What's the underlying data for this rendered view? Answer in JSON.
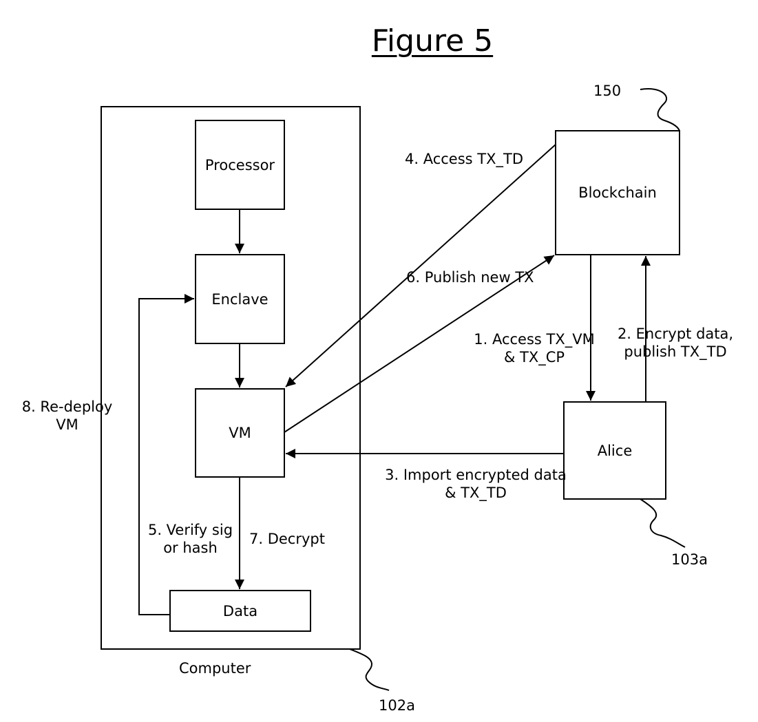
{
  "figure": {
    "title": "Figure 5"
  },
  "computer": {
    "label": "Computer",
    "ref": "102a"
  },
  "nodes": {
    "processor": "Processor",
    "enclave": "Enclave",
    "vm": "VM",
    "data": "Data",
    "blockchain": "Blockchain",
    "alice": "Alice"
  },
  "refs": {
    "blockchain": "150",
    "alice": "103a"
  },
  "edges": {
    "step1": [
      "1. Access TX_VM",
      "& TX_CP"
    ],
    "step2": [
      "2. Encrypt data,",
      "publish TX_TD"
    ],
    "step3": [
      "3. Import encrypted data",
      "& TX_TD"
    ],
    "step4": "4. Access TX_TD",
    "step5": [
      "5. Verify sig",
      "or hash"
    ],
    "step6": "6. Publish new TX",
    "step7": "7. Decrypt",
    "step8": [
      "8. Re-deploy",
      "VM"
    ]
  }
}
